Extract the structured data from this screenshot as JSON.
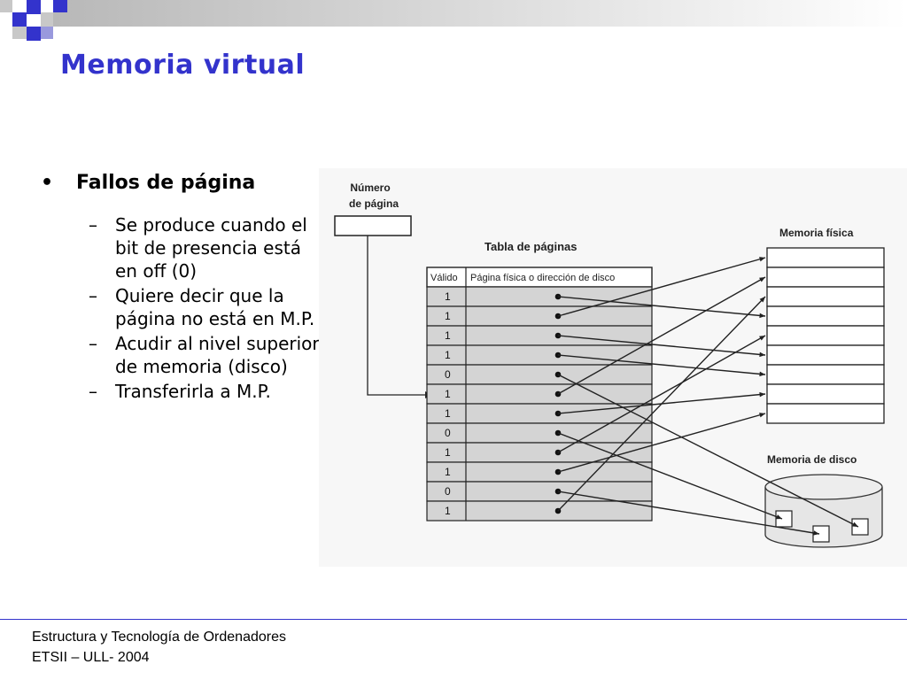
{
  "slide": {
    "title": "Memoria virtual",
    "bullet": "Fallos de página",
    "sub_bullets": [
      "Se produce cuando el bit de presencia está en off (0)",
      "Quiere decir que la página no está en M.P.",
      "Acudir al nivel superior de memoria (disco)",
      "Transferirla a M.P."
    ]
  },
  "figure": {
    "page_number_label_line1": "Número",
    "page_number_label_line2": "de página",
    "page_table_title": "Tabla de páginas",
    "col_valid": "Válido",
    "col_address": "Página física o dirección de disco",
    "valid_bits": [
      "1",
      "1",
      "1",
      "1",
      "0",
      "1",
      "1",
      "0",
      "1",
      "1",
      "0",
      "1"
    ],
    "physical_memory_label": "Memoria física",
    "disk_memory_label": "Memoria de disco"
  },
  "footer": {
    "line1": "Estructura y Tecnología de Ordenadores",
    "line2": "ETSII – ULL- 2004"
  },
  "colors": {
    "title": "#3333cc",
    "accent_blue": "#3333cc",
    "deco_gray": "#c0c0c0"
  }
}
